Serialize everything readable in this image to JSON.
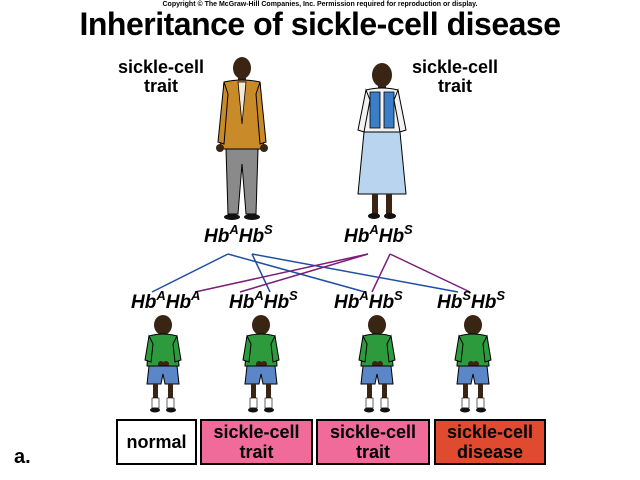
{
  "copyright": "Copyright © The McGraw-Hill Companies, Inc. Permission required for reproduction or display.",
  "title": "Inheritance of sickle-cell disease",
  "parents": [
    {
      "label_line1": "sickle-cell",
      "label_line2": "trait",
      "geno_base1": "Hb",
      "geno_sup1": "A",
      "geno_base2": "Hb",
      "geno_sup2": "S"
    },
    {
      "label_line1": "sickle-cell",
      "label_line2": "trait",
      "geno_base1": "Hb",
      "geno_sup1": "A",
      "geno_base2": "Hb",
      "geno_sup2": "S"
    }
  ],
  "children": [
    {
      "geno_base1": "Hb",
      "geno_sup1": "A",
      "geno_base2": "Hb",
      "geno_sup2": "A",
      "status_line1": "normal",
      "status_line2": "",
      "box_color": "#ffffff"
    },
    {
      "geno_base1": "Hb",
      "geno_sup1": "A",
      "geno_base2": "Hb",
      "geno_sup2": "S",
      "status_line1": "sickle-cell",
      "status_line2": "trait",
      "box_color": "#f06b9a"
    },
    {
      "geno_base1": "Hb",
      "geno_sup1": "A",
      "geno_base2": "Hb",
      "geno_sup2": "S",
      "status_line1": "sickle-cell",
      "status_line2": "trait",
      "box_color": "#f06b9a"
    },
    {
      "geno_base1": "Hb",
      "geno_sup1": "S",
      "geno_base2": "Hb",
      "geno_sup2": "S",
      "status_line1": "sickle-cell",
      "status_line2": "disease",
      "box_color": "#e04a2e"
    }
  ],
  "figure_letter": "a.",
  "colors": {
    "father_line": "#1e4fa3",
    "mother_line": "#7a1f7a",
    "jacket": "#c98a2a",
    "mother_vest": "#3a7ec8",
    "mother_dress": "#b8d4ee",
    "child_shirt": "#2e9a3e",
    "child_shorts": "#5b86c8",
    "skin": "#3a2414",
    "trousers": "#8a8a8a"
  }
}
